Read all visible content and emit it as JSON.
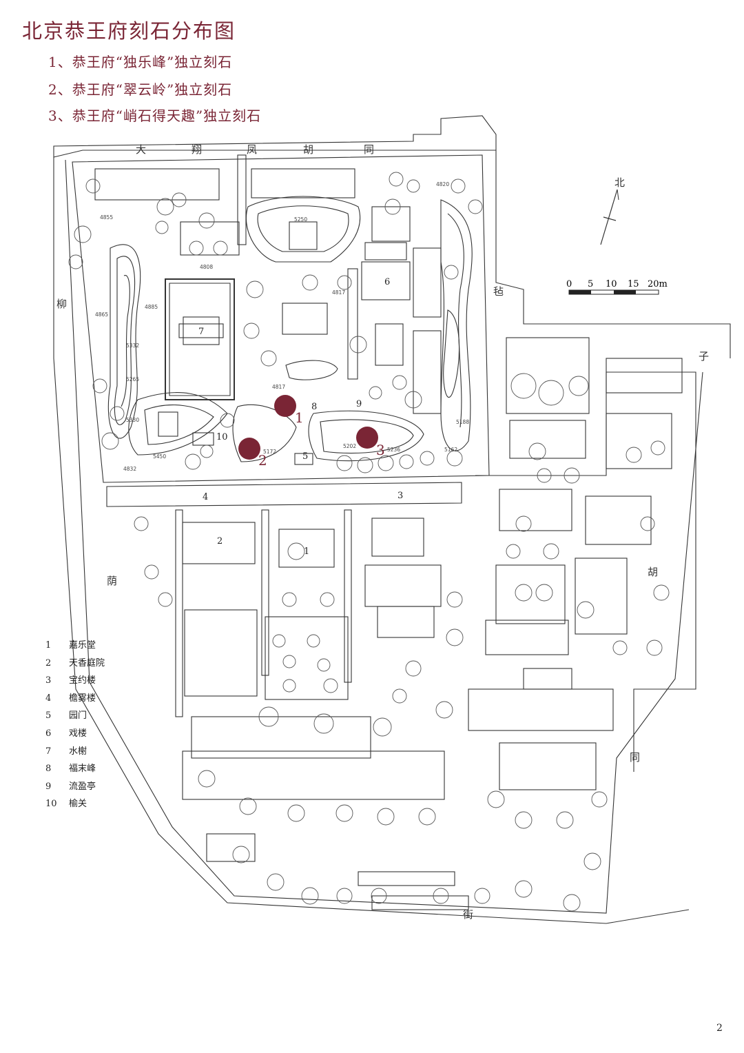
{
  "title": "北京恭王府刻石分布图",
  "subtitles": [
    "1、恭王府“独乐峰”独立刻石",
    "2、恭王府“翠云岭”独立刻石",
    "3、恭王府“峭石得天趣”独立刻石"
  ],
  "streets": {
    "north": [
      "大",
      "翔",
      "凤",
      "胡",
      "同"
    ],
    "west": [
      "柳",
      "荫"
    ],
    "east": [
      "毡",
      "子",
      "胡",
      "同"
    ],
    "south": "街"
  },
  "north_arrow_label": "北",
  "scale_bar": {
    "labels": [
      "0",
      "5",
      "10",
      "15",
      "20m"
    ]
  },
  "elevations": [
    "4855",
    "4808",
    "4885",
    "4865",
    "5332",
    "5265",
    "5330",
    "5450",
    "4832",
    "5250",
    "4817",
    "4817",
    "4820",
    "5188",
    "5162",
    "5236",
    "5202",
    "5172"
  ],
  "building_numbers": [
    "1",
    "2",
    "3",
    "4",
    "5",
    "6",
    "7",
    "8",
    "9",
    "10"
  ],
  "stone_markers": [
    {
      "label": "1",
      "color": "#7a2535"
    },
    {
      "label": "2",
      "color": "#7a2535"
    },
    {
      "label": "3",
      "color": "#7a2535"
    }
  ],
  "legend": [
    {
      "num": "1",
      "name": "嘉乐堂"
    },
    {
      "num": "2",
      "name": "天香庭院"
    },
    {
      "num": "3",
      "name": "宝约楼"
    },
    {
      "num": "4",
      "name": "檐雾楼"
    },
    {
      "num": "5",
      "name": "园门"
    },
    {
      "num": "6",
      "name": "戏楼"
    },
    {
      "num": "7",
      "name": "水榭"
    },
    {
      "num": "8",
      "name": "福末峰"
    },
    {
      "num": "9",
      "name": "流盈亭"
    },
    {
      "num": "10",
      "name": "榆关"
    }
  ],
  "page_number": "2"
}
